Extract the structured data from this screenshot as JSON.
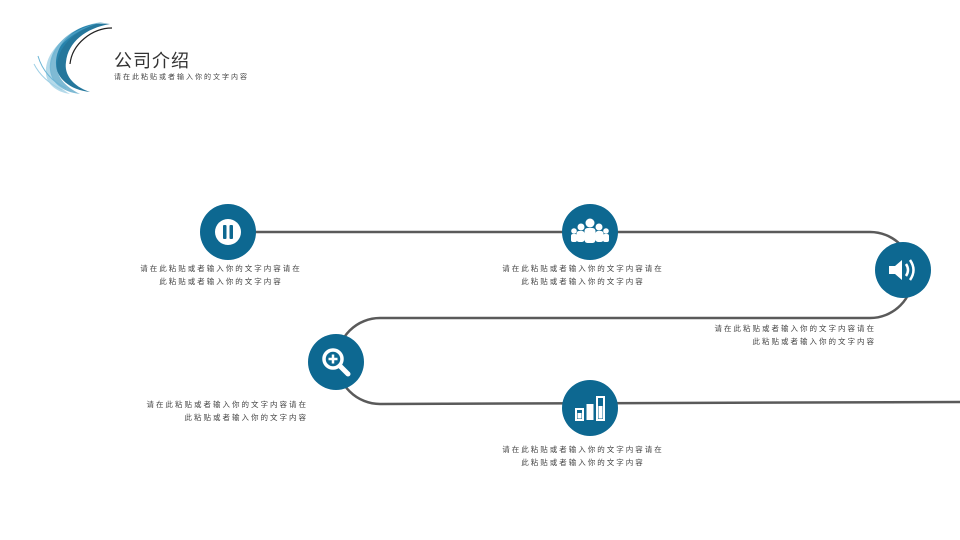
{
  "header": {
    "title": "公司介绍",
    "subtitle": "请在此粘贴或者输入你的文字内容"
  },
  "colors": {
    "accent": "#0d6891",
    "line": "#5a5a5a"
  },
  "steps": [
    {
      "icon": "pause-icon",
      "text": "请在此粘贴或者输入你的文字内容请在此粘贴或者输入你的文字内容"
    },
    {
      "icon": "people-icon",
      "text": "请在此粘贴或者输入你的文字内容请在此粘贴或者输入你的文字内容"
    },
    {
      "icon": "speaker-icon",
      "text": "请在此粘贴或者输入你的文字内容请在此粘贴或者输入你的文字内容"
    },
    {
      "icon": "zoom-in-icon",
      "text": "请在此粘贴或者输入你的文字内容请在此粘贴或者输入你的文字内容"
    },
    {
      "icon": "bar-chart-icon",
      "text": "请在此粘贴或者输入你的文字内容请在此粘贴或者输入你的文字内容"
    }
  ]
}
